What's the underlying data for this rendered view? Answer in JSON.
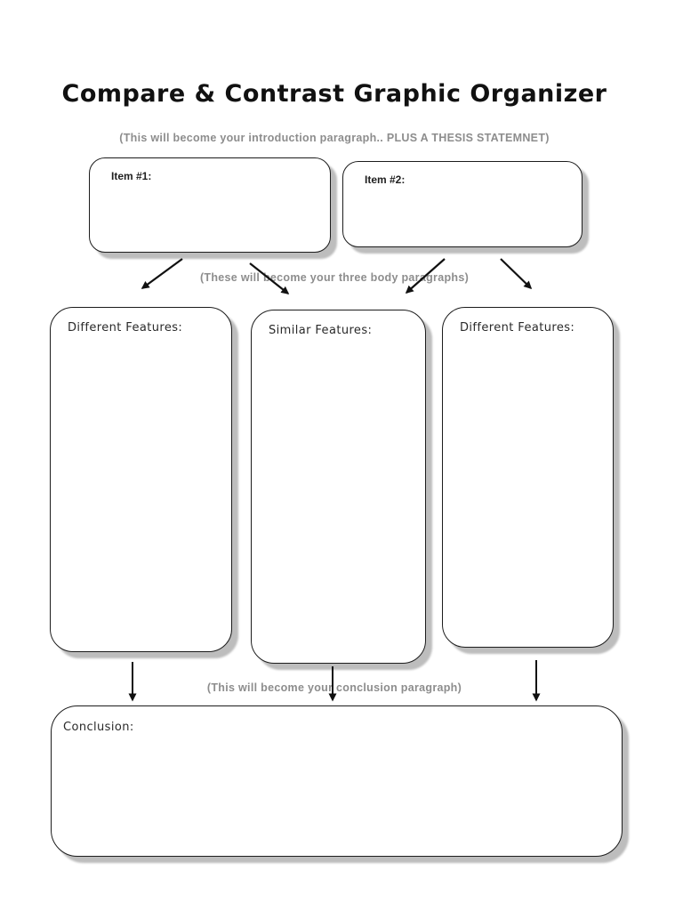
{
  "page": {
    "title": "Compare & Contrast Graphic Organizer",
    "intro_note": "(This will become your introduction paragraph.. PLUS A THESIS STATEMNET)",
    "body_note": "(These will become your three body paragraphs)",
    "conclusion_note": "(This will become your conclusion paragraph)"
  },
  "boxes": {
    "item1": {
      "label": "Item #1:",
      "value": ""
    },
    "item2": {
      "label": "Item #2:",
      "value": ""
    },
    "different_features_left": {
      "label": "Different Features:",
      "value": ""
    },
    "similar_features": {
      "label": "Similar Features:",
      "value": ""
    },
    "different_features_right": {
      "label": "Different Features:",
      "value": ""
    },
    "conclusion": {
      "label": "Conclusion:",
      "value": ""
    }
  },
  "colors": {
    "background": "#ffffff",
    "box_border": "#1c1c1c",
    "box_shadow": "#bdbdbd",
    "note_text": "#8d8d8d",
    "title_text": "#111111",
    "arrow": "#111111"
  }
}
